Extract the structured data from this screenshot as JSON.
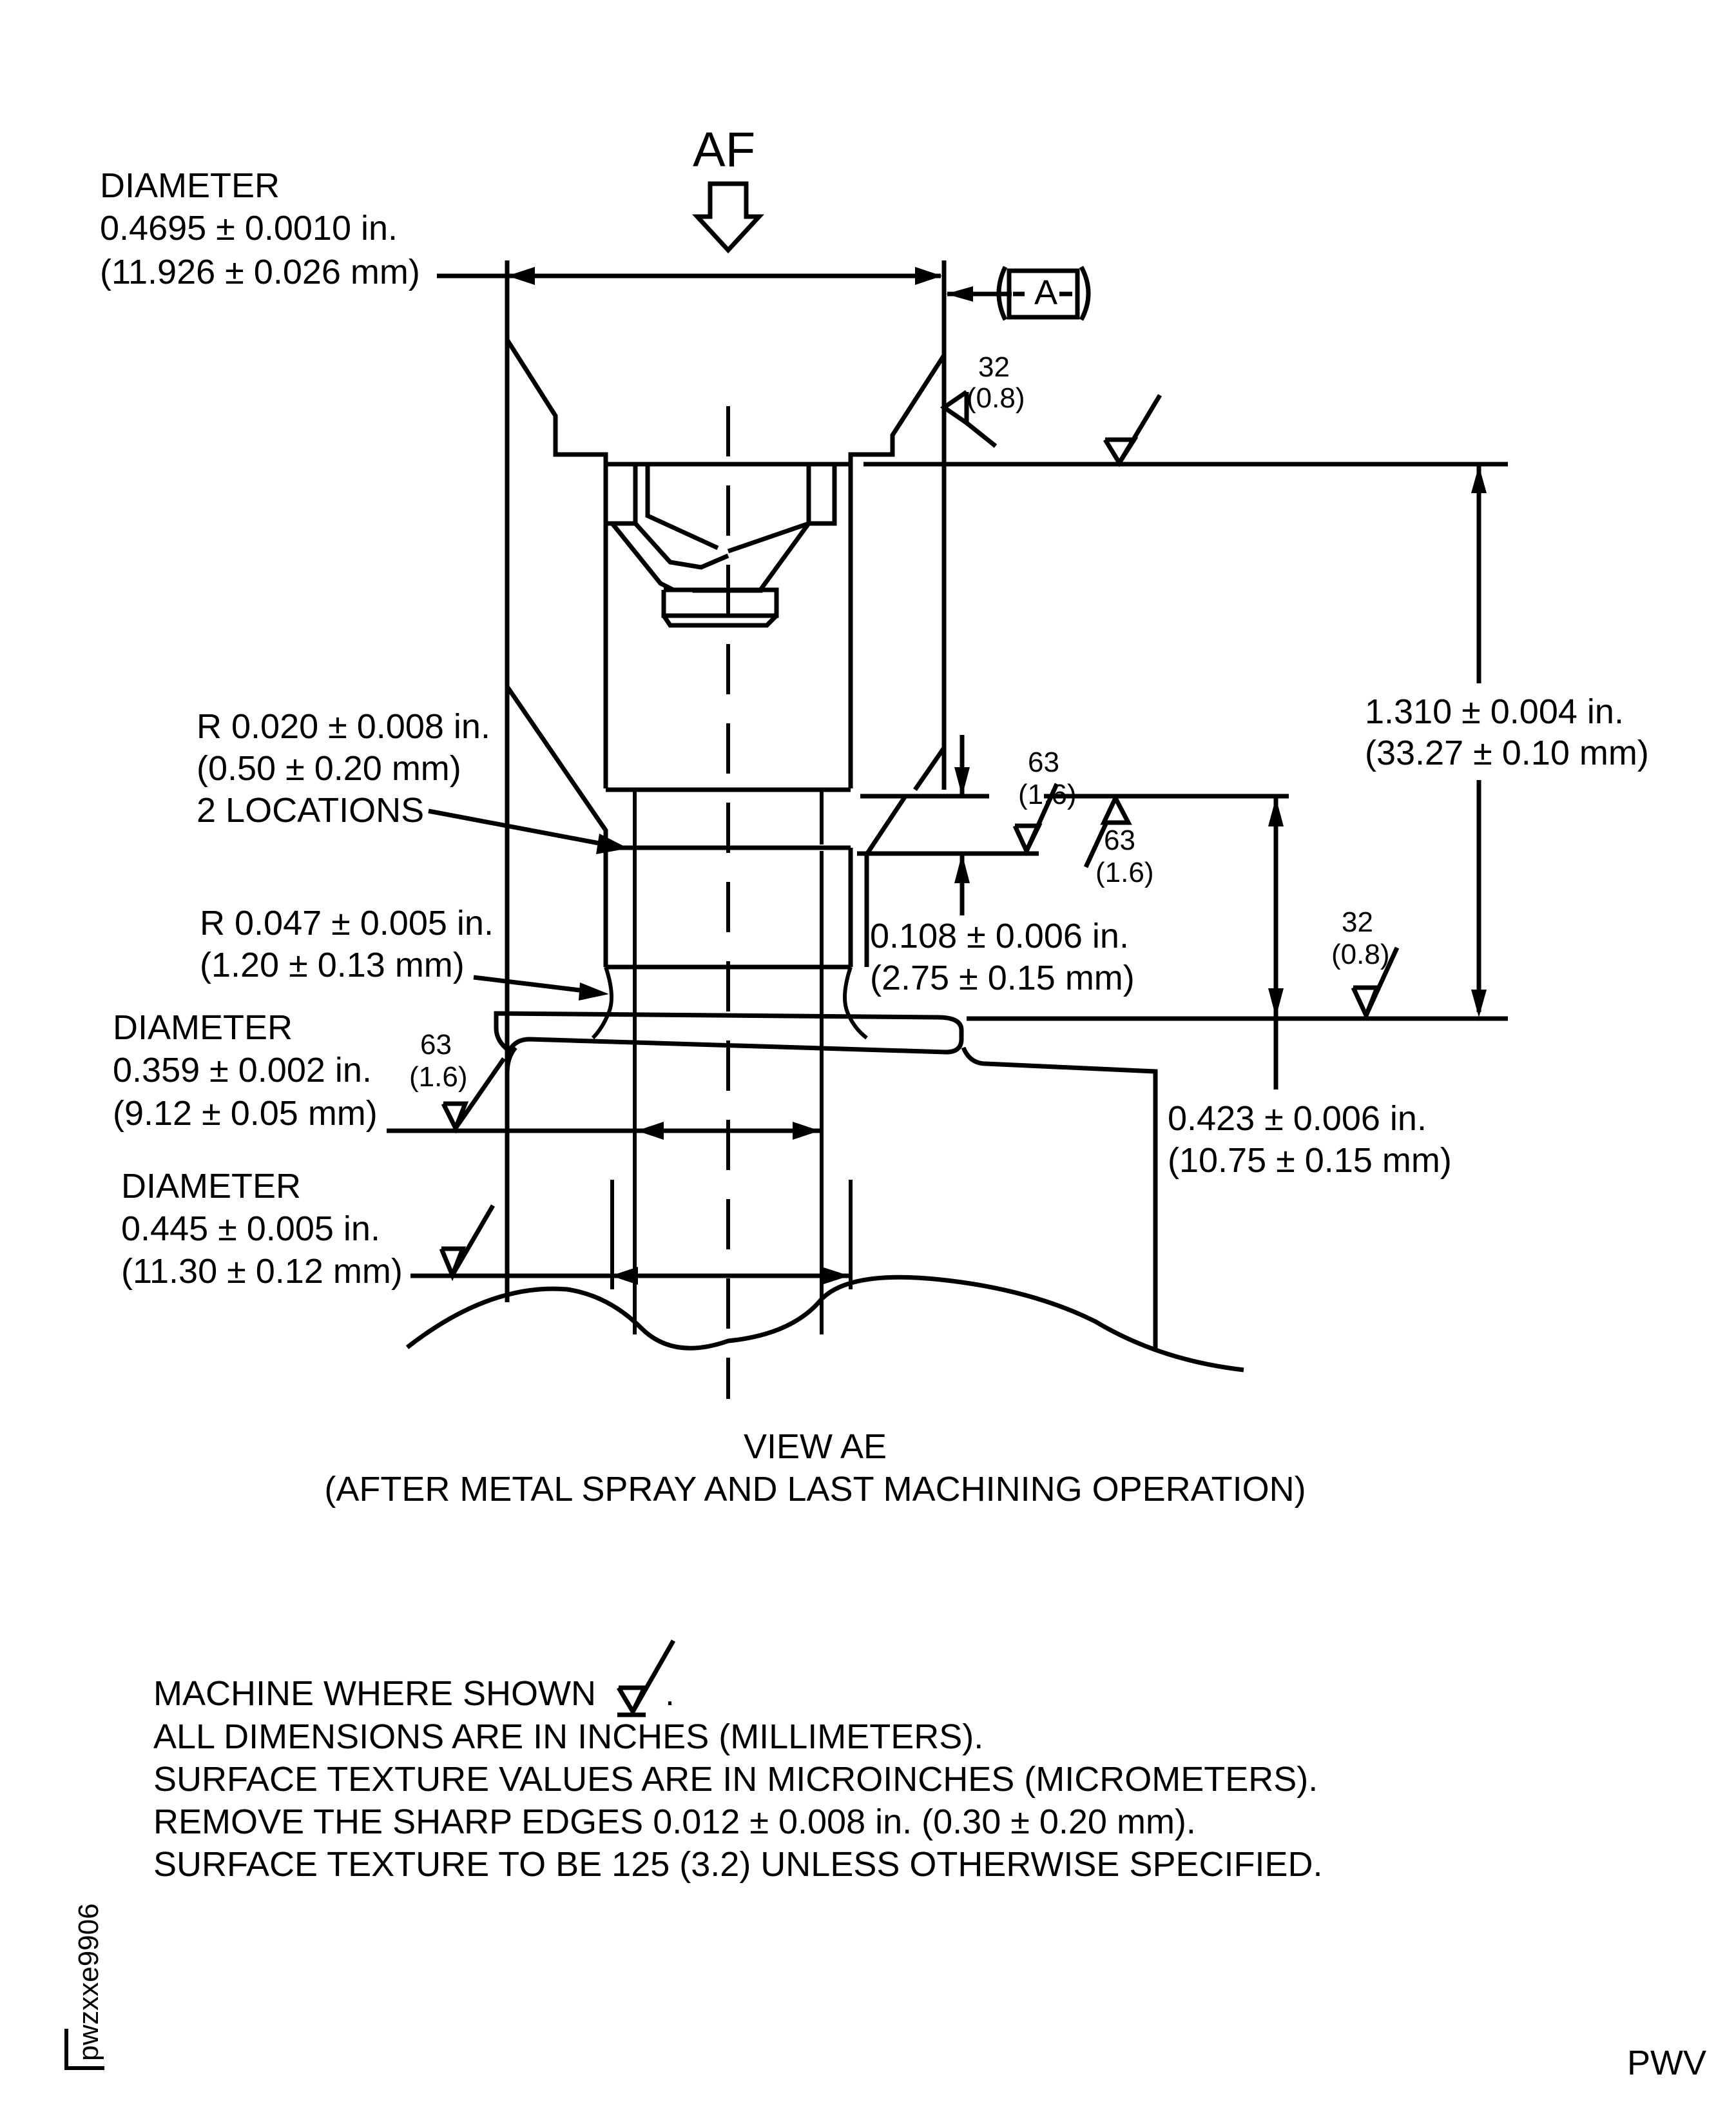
{
  "view_marker": {
    "label": "AF"
  },
  "datum": {
    "label": "A"
  },
  "dimensions": {
    "top_diameter": {
      "label": "DIAMETER",
      "inch": "0.4695 ± 0.0010 in.",
      "mm": "(11.926 ± 0.026 mm)"
    },
    "fillet_small": {
      "inch": "R 0.020 ± 0.008 in.",
      "mm": "(0.50 ± 0.20 mm)",
      "note": "2 LOCATIONS"
    },
    "fillet_large": {
      "inch": "R 0.047 ± 0.005 in.",
      "mm": "(1.20 ± 0.13 mm)"
    },
    "bore_diameter": {
      "label": "DIAMETER",
      "inch": "0.359 ± 0.002 in.",
      "mm": "(9.12 ± 0.05 mm)"
    },
    "shank_diameter": {
      "label": "DIAMETER",
      "inch": "0.445 ± 0.005 in.",
      "mm": "(11.30 ± 0.12 mm)"
    },
    "overall_height": {
      "inch": "1.310 ± 0.004 in.",
      "mm": "(33.27 ± 0.10 mm)"
    },
    "groove_height": {
      "inch": "0.108 ± 0.006 in.",
      "mm": "(2.75 ± 0.15 mm)"
    },
    "step_height": {
      "inch": "0.423 ± 0.006 in.",
      "mm": "(10.75 ± 0.15 mm)"
    }
  },
  "surface_finish": {
    "side_top": {
      "value": "32",
      "metric": "(0.8)"
    },
    "groove_upper": {
      "value": "63",
      "metric": "(1.6)"
    },
    "groove_lower": {
      "value": "63",
      "metric": "(1.6)"
    },
    "flange": {
      "value": "32",
      "metric": "(0.8)"
    },
    "bore": {
      "value": "63",
      "metric": "(1.6)"
    }
  },
  "caption": {
    "title": "VIEW AE",
    "subtitle": "(AFTER METAL SPRAY AND LAST MACHINING OPERATION)"
  },
  "notes": [
    "MACHINE WHERE SHOWN",
    "ALL DIMENSIONS ARE IN INCHES (MILLIMETERS).",
    "SURFACE TEXTURE VALUES ARE IN MICROINCHES (MICROMETERS).",
    "REMOVE THE SHARP EDGES 0.012 ± 0.008 in. (0.30 ± 0.20 mm).",
    "SURFACE TEXTURE TO BE 125 (3.2) UNLESS OTHERWISE SPECIFIED."
  ],
  "notes_suffix": ".",
  "figure_id": "pwzxxe9906",
  "corner_code": "PWV"
}
